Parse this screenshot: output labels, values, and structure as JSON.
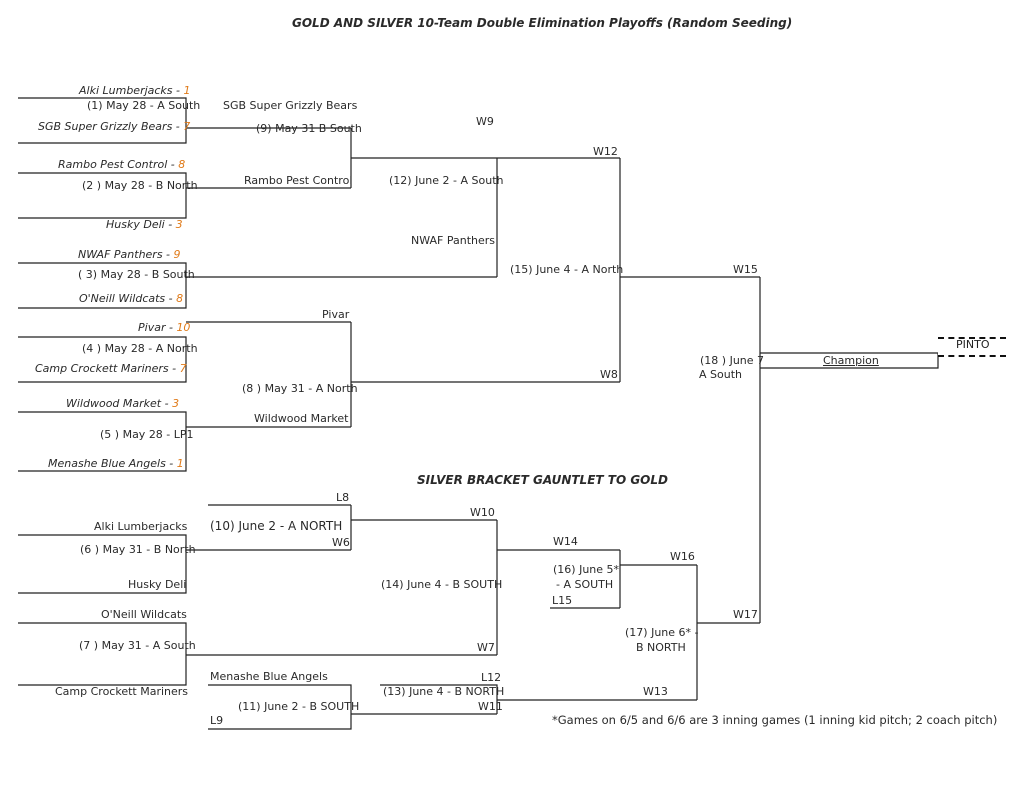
{
  "title": "GOLD AND SILVER 10-Team Double Elimination Playoffs (Random Seeding)",
  "silver_heading": "SILVER BRACKET GAUNTLET TO GOLD",
  "footnote": "*Games on 6/5 and 6/6 are 3 inning games (1 inning kid pitch; 2 coach pitch)",
  "gold": {
    "g1": {
      "team_a": "Alki Lumberjacks - ",
      "score_a": "1",
      "label": "(1) May 28 - A South",
      "team_b": "SGB Super Grizzly Bears - ",
      "score_b": "7"
    },
    "g2": {
      "team_a": "Rambo Pest Control - ",
      "score_a": "8",
      "label": "(2 ) May 28 - B North",
      "team_b": "Husky Deli - ",
      "score_b": "3"
    },
    "g3": {
      "team_a": "NWAF Panthers - ",
      "score_a": "9",
      "label": "( 3) May 28 - B South",
      "team_b": "O'Neill Wildcats - ",
      "score_b": "8"
    },
    "g4": {
      "team_a": "Pivar - ",
      "score_a": "10",
      "label": "(4 ) May 28 - A North",
      "team_b": "Camp Crockett Mariners - ",
      "score_b": "7"
    },
    "g5": {
      "team_a": "Wildwood Market - ",
      "score_a": "3",
      "label": "(5 ) May 28 - LP1",
      "team_b": "Menashe Blue Angels - ",
      "score_b": "1"
    },
    "g9": {
      "top": "SGB Super Grizzly Bears",
      "label": "(9) May 31 B South",
      "bottom": "Rambo Pest Control",
      "win": "W9"
    },
    "g8": {
      "top": "Pivar",
      "label": "(8 ) May 31 - A North",
      "bottom": "Wildwood Market",
      "win": "W8"
    },
    "g12": {
      "label": "(12) June 2 - A South",
      "bottom": "NWAF Panthers",
      "win": "W12"
    },
    "g15": {
      "label": "(15) June 4 - A North",
      "win": "W15"
    },
    "g18": {
      "label_a": "(18 ) June 7",
      "label_b": "A South",
      "result": "Champion",
      "winner": "PINTO"
    }
  },
  "silver": {
    "g10": {
      "top": "L8",
      "label": "(10) June 2 - A NORTH",
      "bottom": "W6",
      "win": "W10"
    },
    "g6": {
      "top": "Alki Lumberjacks",
      "label": "(6 ) May 31 - B North",
      "bottom": "Husky Deli"
    },
    "g7": {
      "top": "O'Neill Wildcats",
      "label": "(7 ) May 31 - A South",
      "bottom": "Camp Crockett Mariners",
      "win": "W7"
    },
    "g14": {
      "label": "(14) June 4 - B SOUTH",
      "win": "W14"
    },
    "g16": {
      "label_a": "(16) June 5*",
      "label_b": "- A SOUTH",
      "bottom": "L15",
      "win": "W16"
    },
    "g11": {
      "top": "Menashe Blue Angels",
      "label": "(11) June 2 - B SOUTH",
      "bottom": "L9",
      "win": "W11"
    },
    "g13": {
      "top": "L12",
      "label": "(13) June 4 - B NORTH",
      "win": "W13"
    },
    "g17": {
      "label_a": "(17) June 6* -",
      "label_b": "B NORTH",
      "win": "W17"
    }
  }
}
